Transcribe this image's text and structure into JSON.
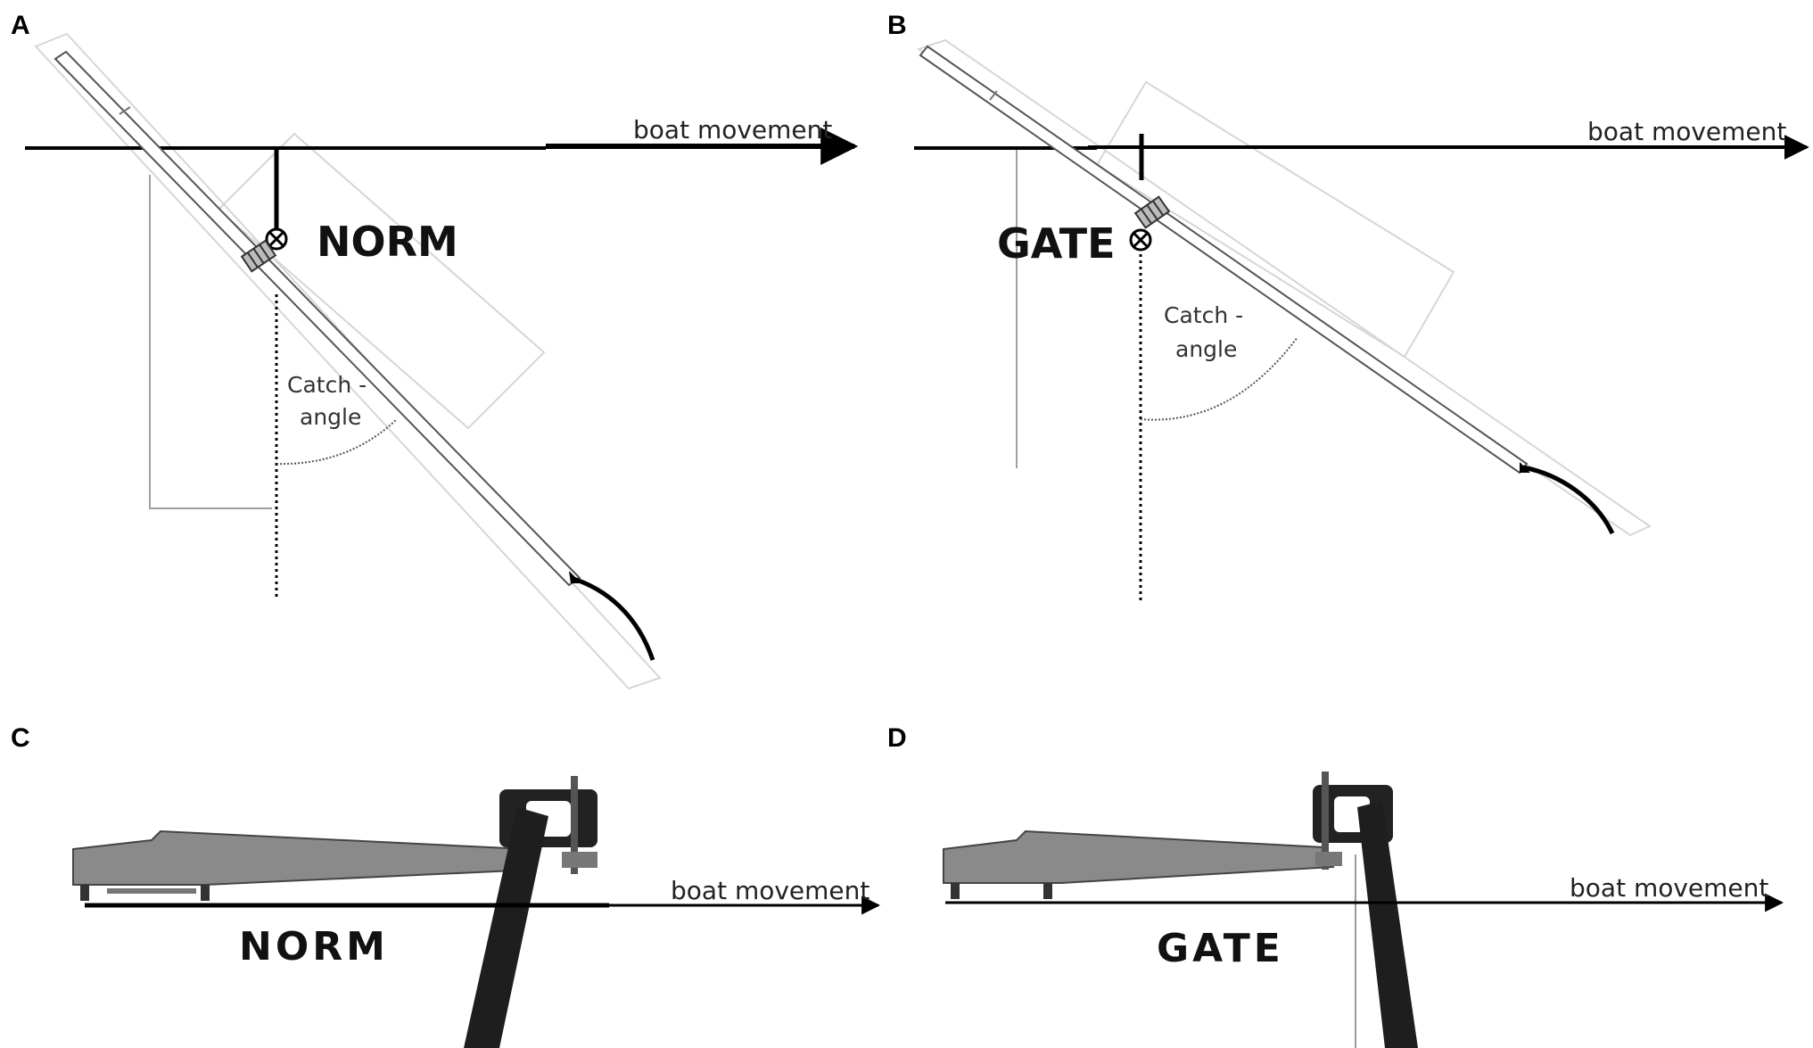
{
  "panels": {
    "a": {
      "letter": "A",
      "setting_label": "NORM",
      "direction_label": "boat movement",
      "angle_label_line1": "Catch -",
      "angle_label_line2": "angle"
    },
    "b": {
      "letter": "B",
      "setting_label": "GATE",
      "direction_label": "boat movement",
      "angle_label_line1": "Catch -",
      "angle_label_line2": "angle"
    },
    "c": {
      "letter": "C",
      "setting_label": "NORM",
      "direction_label": "boat movement"
    },
    "d": {
      "letter": "D",
      "setting_label": "GATE",
      "direction_label": "boat movement"
    }
  },
  "colors": {
    "line": "#000000",
    "oar_outline": "#555555",
    "rigger_fill": "#8a8a8a",
    "rigger_dark": "#333333",
    "faint_frame": "#c8c8c8",
    "thin_grey": "#9a9a9a"
  }
}
